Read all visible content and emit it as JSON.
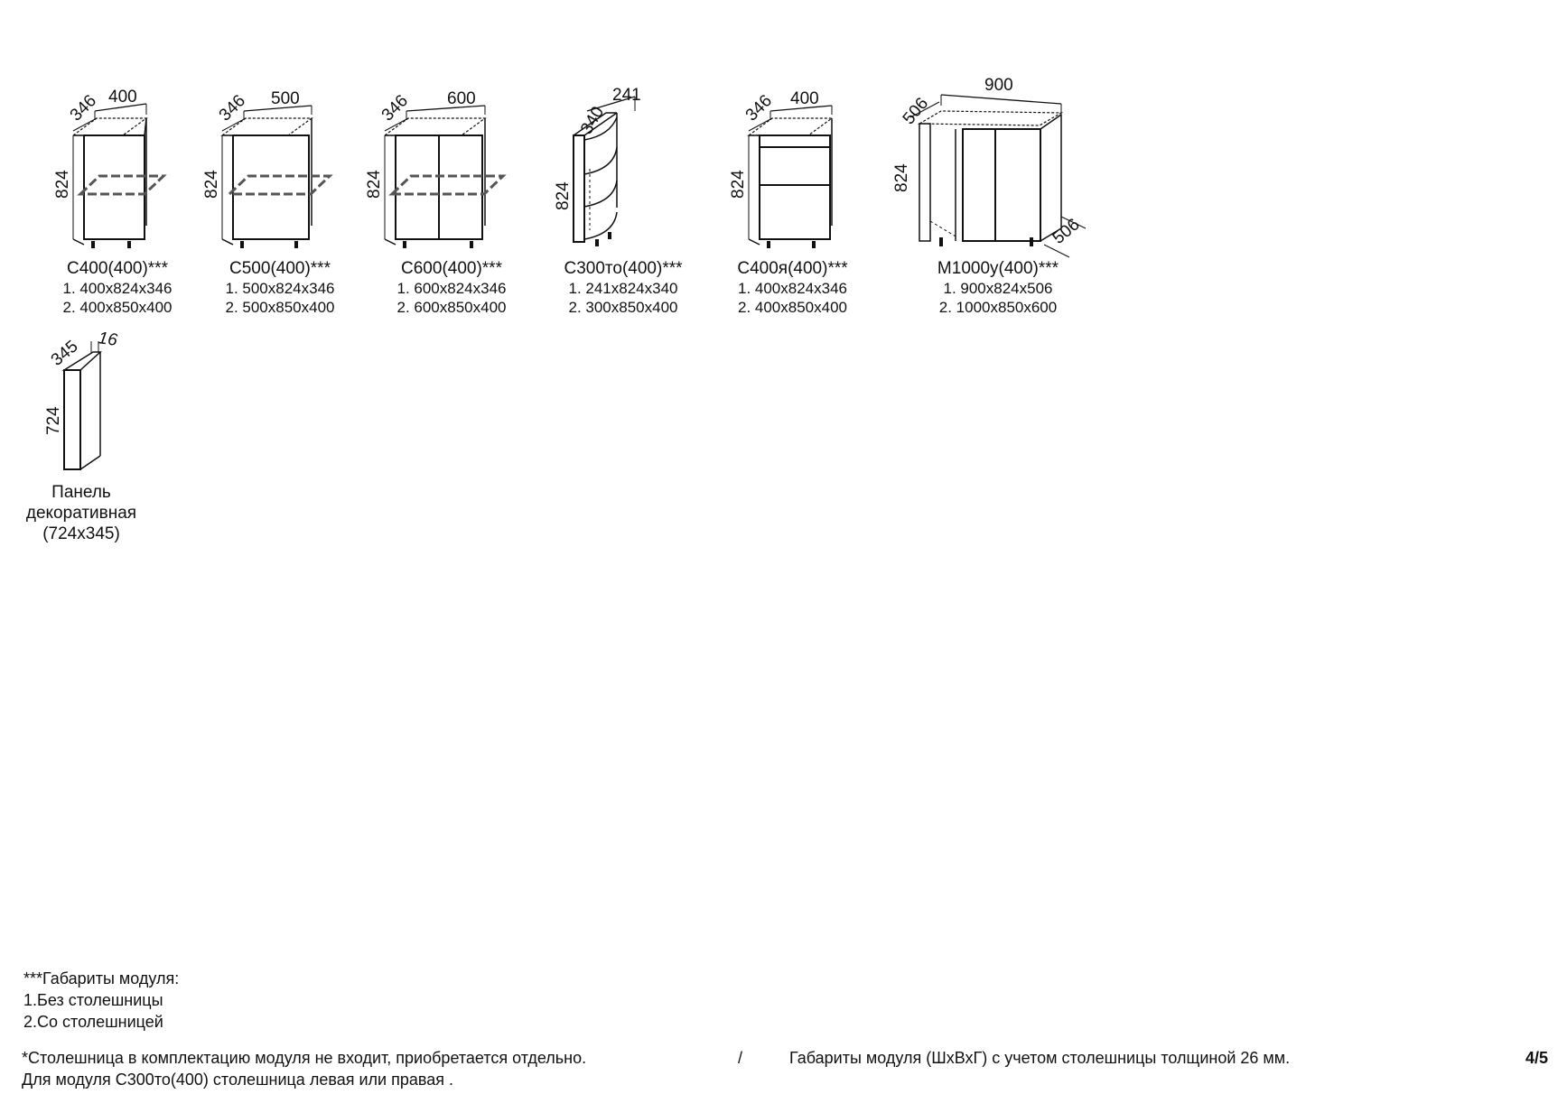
{
  "modules": [
    {
      "name": "С400(400)***",
      "spec1": "1. 400x824x346",
      "spec2": "2. 400x850x400",
      "w": "400",
      "d": "346",
      "h": "824"
    },
    {
      "name": "С500(400)***",
      "spec1": "1. 500x824x346",
      "spec2": "2. 500x850x400",
      "w": "500",
      "d": "346",
      "h": "824"
    },
    {
      "name": "С600(400)***",
      "spec1": "1. 600x824x346",
      "spec2": "2. 600x850x400",
      "w": "600",
      "d": "346",
      "h": "824"
    },
    {
      "name": "С300то(400)***",
      "spec1": "1. 241x824x340",
      "spec2": "2. 300x850x400",
      "w": "241",
      "d": "340",
      "h": "824"
    },
    {
      "name": "С400я(400)***",
      "spec1": "1. 400x824x346",
      "spec2": "2. 400x850x400",
      "w": "400",
      "d": "346",
      "h": "824"
    },
    {
      "name": "М1000у(400)***",
      "spec1": "1. 900x824x506",
      "spec2": "2. 1000x850x600",
      "w": "900",
      "d": "506",
      "h": "824",
      "d2": "506"
    }
  ],
  "panel": {
    "h": "724",
    "d": "345",
    "t": "16",
    "caption1": "Панель",
    "caption2": "декоративная",
    "caption3": "(724x345)"
  },
  "legend": {
    "line1": "***Габариты модуля:",
    "line2": "1.Без столешницы",
    "line3": "2.Со столешницей"
  },
  "footer": {
    "note1": "*Столешница в комплектацию модуля не входит, приобретается отдельно.",
    "slash": "/",
    "note2": "Габариты модуля (ШхВхГ) с учетом столешницы толщиной 26 мм.",
    "note3": "Для модуля С300то(400) столешница левая или правая .",
    "page": "4/5"
  }
}
